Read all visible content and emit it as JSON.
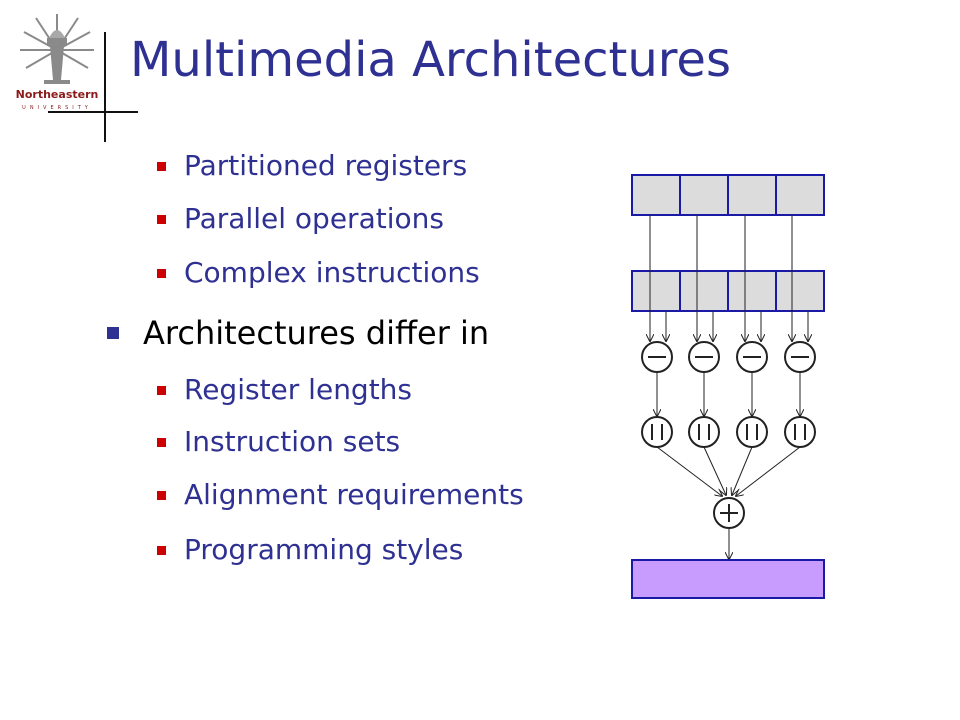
{
  "logo": {
    "wordmark": "Northeastern",
    "subline": "UNIVERSITY"
  },
  "slide": {
    "title": "Multimedia Architectures",
    "sub_items_1": [
      "Partitioned registers",
      "Parallel operations",
      "Complex instructions"
    ],
    "main_item": "Architectures differ in",
    "sub_items_2": [
      "Register lengths",
      "Instruction sets",
      "Alignment requirements",
      "Programming styles"
    ]
  },
  "colors": {
    "title": "#2e3192",
    "sub_bullet": "#cc0000",
    "main_bullet": "#2e3192",
    "register_fill": "#dcdcdc",
    "register_border": "#1a1aa6",
    "result_fill": "#c89cff"
  },
  "icons": {
    "subtract_operator": "minus-in-circle",
    "absolute_value_operator": "abs-bars-in-circle",
    "sum_operator": "plus-in-circle"
  }
}
